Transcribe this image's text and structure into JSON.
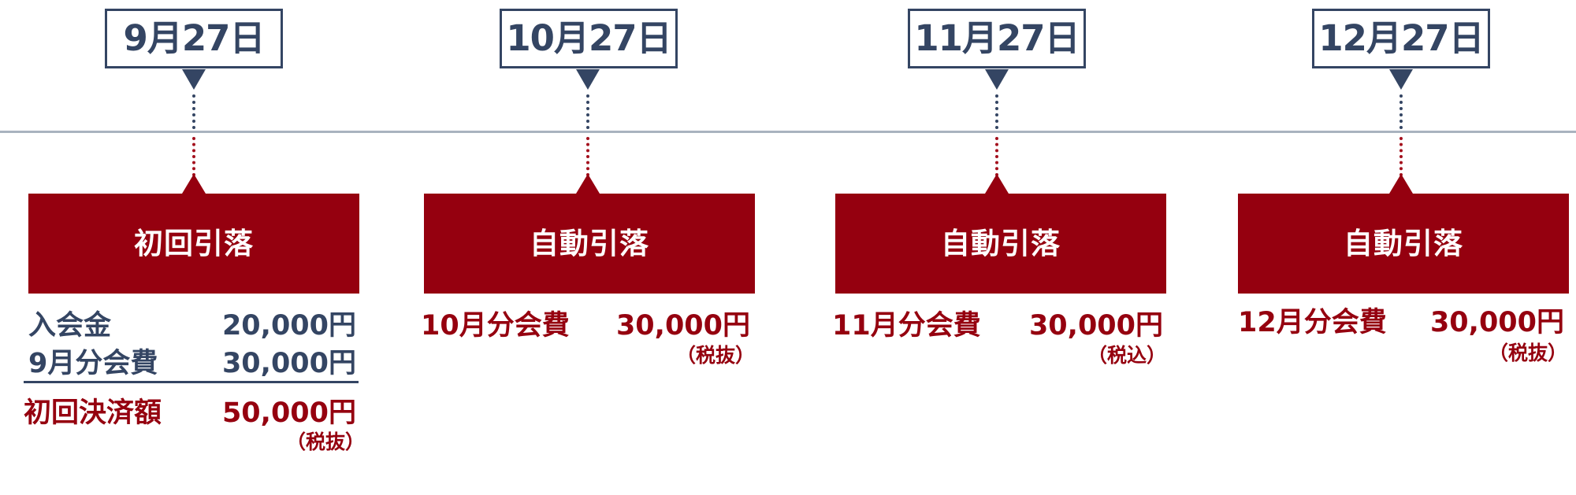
{
  "colors": {
    "navy": "#344563",
    "red": "#95000f",
    "timeline": "#a9b3bf"
  },
  "columns": [
    {
      "date": "9月27日",
      "event": "初回引落",
      "fees": [
        {
          "label": "入会金",
          "amount": "20,000円"
        },
        {
          "label": "9月分会費",
          "amount": "30,000円"
        }
      ],
      "total": {
        "label": "初回決済額",
        "amount": "50,000円"
      },
      "tax_note": "（税抜）"
    },
    {
      "date": "10月27日",
      "event": "自動引落",
      "fee": {
        "label": "10月分会費",
        "amount": "30,000円"
      },
      "tax_note": "（税抜）"
    },
    {
      "date": "11月27日",
      "event": "自動引落",
      "fee": {
        "label": "11月分会費",
        "amount": "30,000円"
      },
      "tax_note": "（税込）"
    },
    {
      "date": "12月27日",
      "event": "自動引落",
      "fee": {
        "label": "12月分会費",
        "amount": "30,000円"
      },
      "tax_note": "（税抜）"
    }
  ]
}
